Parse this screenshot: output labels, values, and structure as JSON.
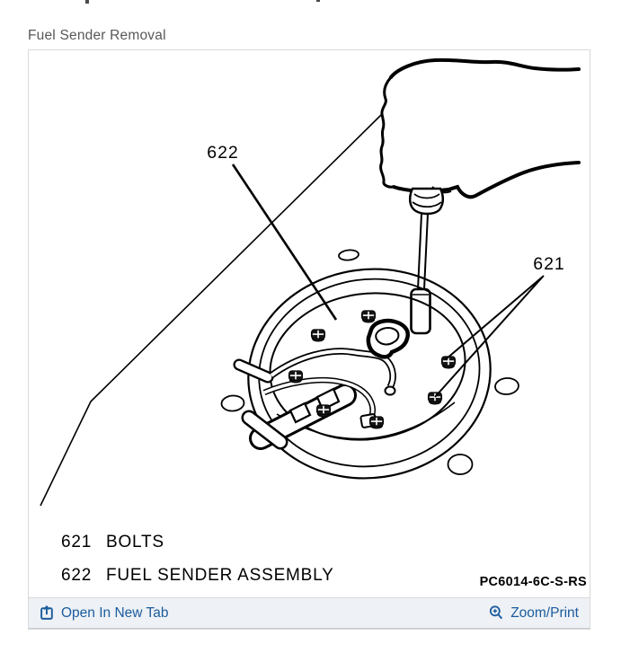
{
  "page": {
    "title": "Fuel Sender Removal"
  },
  "diagram": {
    "callouts": {
      "fuel_sender_assembly": "622",
      "bolts": "621"
    },
    "legend": [
      {
        "ref": "621",
        "label": "BOLTS"
      },
      {
        "ref": "622",
        "label": "FUEL SENDER ASSEMBLY"
      }
    ],
    "part_code": "PC6014-6C-S-RS"
  },
  "footer": {
    "open_in_new_tab_label": "Open In New Tab",
    "zoom_print_label": "Zoom/Print"
  },
  "colors": {
    "link_blue": "#1a5c9e",
    "title_gray": "#58585a",
    "footer_bg": "#eef1f5",
    "box_border": "#d9d9d9",
    "line_black": "#000000"
  }
}
